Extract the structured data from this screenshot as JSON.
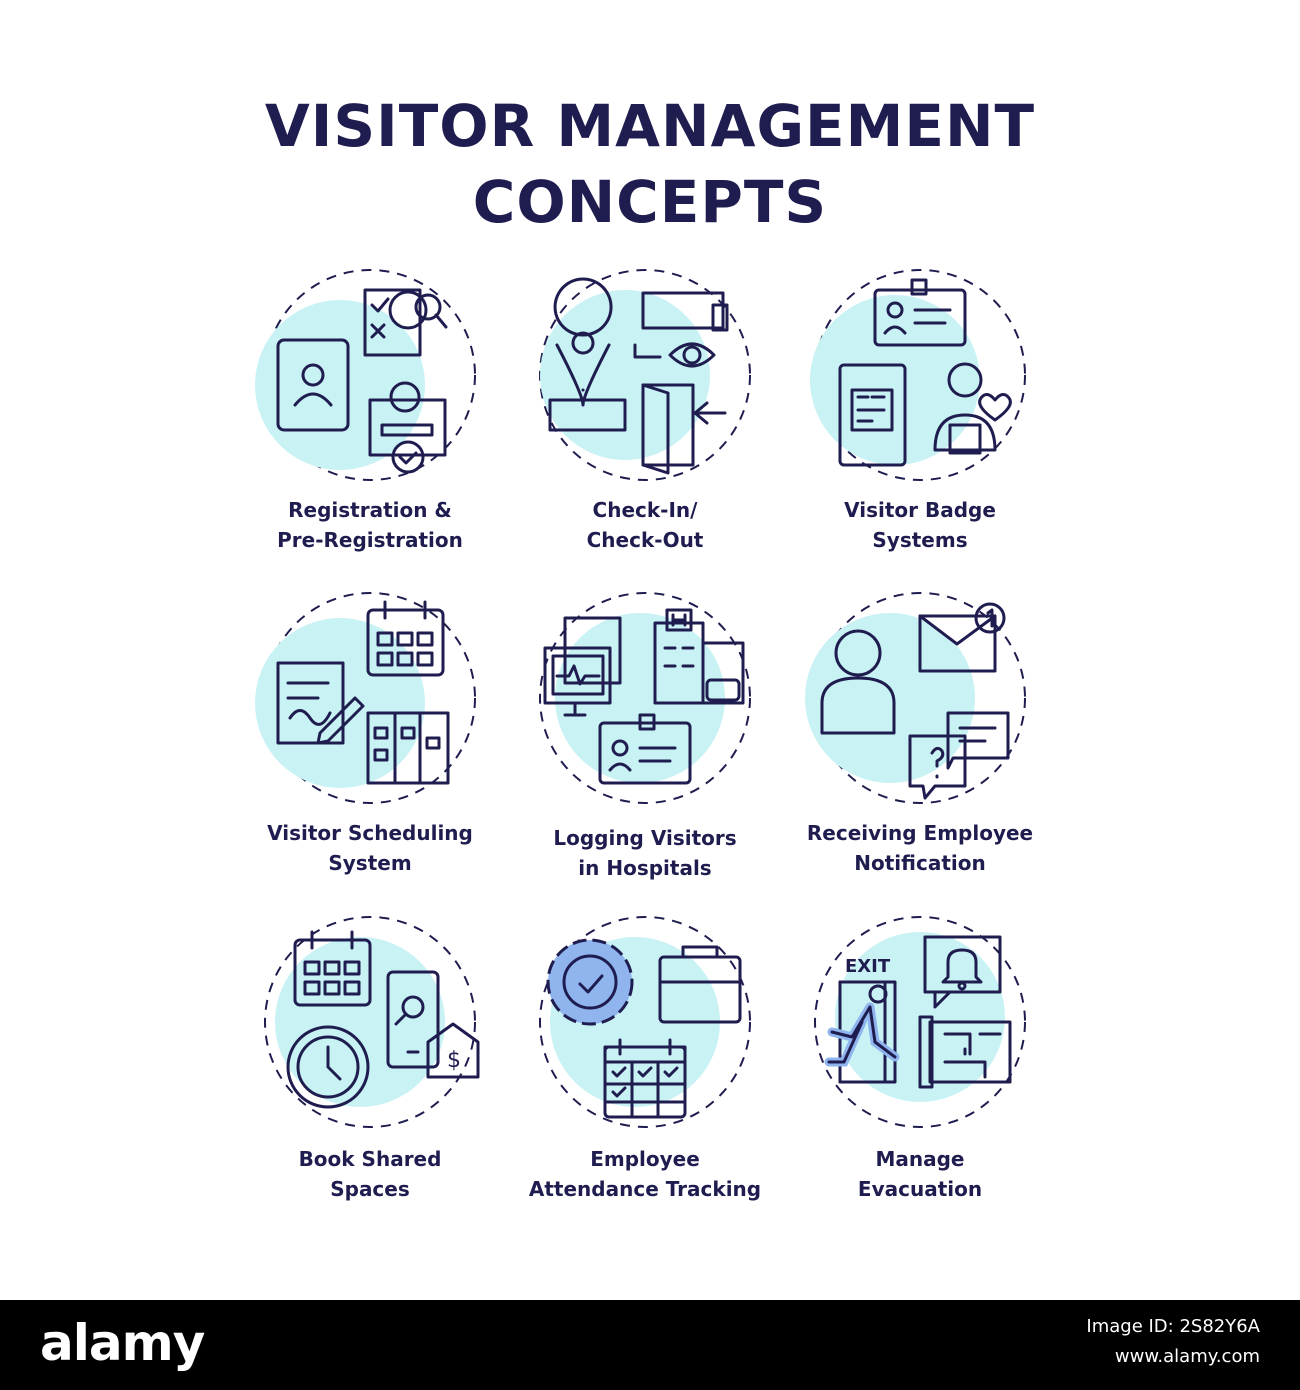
{
  "title": {
    "line1": "VISITOR MANAGEMENT",
    "line2": "CONCEPTS"
  },
  "colors": {
    "ink": "#1f1d4f",
    "cyan": "#c8f2f4",
    "yellow": "#f4ef7c",
    "blue": "#8fb4ee"
  },
  "concepts": [
    {
      "line1": "Registration &",
      "line2": "Pre-Registration",
      "icon": "registration-icon"
    },
    {
      "line1": "Check-In/",
      "line2": "Check-Out",
      "icon": "check-in-icon"
    },
    {
      "line1": "Visitor Badge",
      "line2": "Systems",
      "icon": "badge-icon"
    },
    {
      "line1": "Visitor Scheduling",
      "line2": "System",
      "icon": "scheduling-icon"
    },
    {
      "line1": "Logging Visitors",
      "line2": "in Hospitals",
      "icon": "hospital-icon"
    },
    {
      "line1": "Receiving Employee",
      "line2": "Notification",
      "icon": "notification-icon"
    },
    {
      "line1": "Book Shared",
      "line2": "Spaces",
      "icon": "book-spaces-icon"
    },
    {
      "line1": "Employee",
      "line2": "Attendance Tracking",
      "icon": "attendance-icon"
    },
    {
      "line1": "Manage",
      "line2": "Evacuation",
      "icon": "evacuation-icon"
    }
  ],
  "footer": {
    "brand": "alamy",
    "image_id": "Image ID: 2S82Y6A",
    "site": "www.alamy.com"
  }
}
